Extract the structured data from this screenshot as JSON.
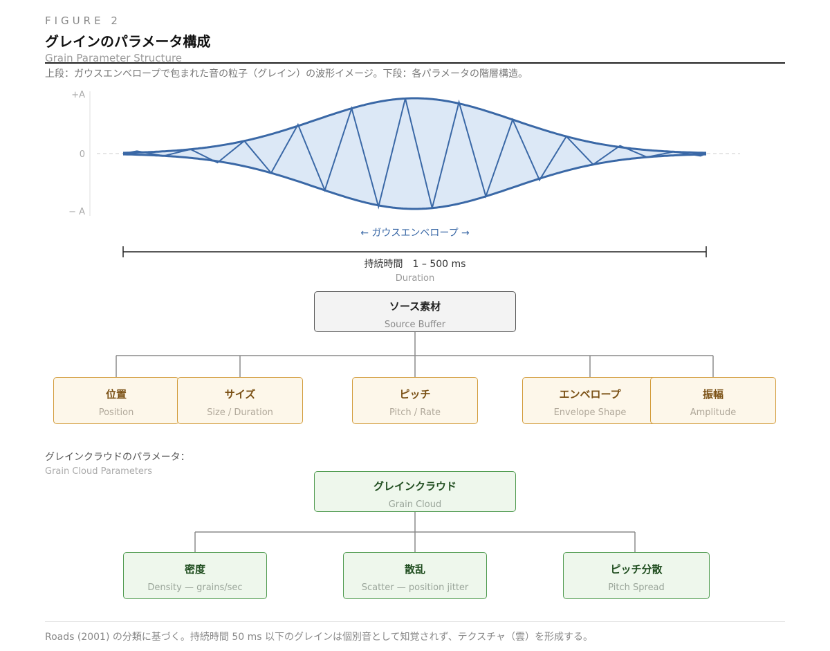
{
  "header": {
    "figure_label": "FIGURE 2",
    "title": "グレインのパラメータ構成",
    "title_en": "Grain Parameter Structure",
    "caption": "上段：ガウスエンベロープで包まれた音の粒子（グレイン）の波形イメージ。下段：各パラメータの階層構造。"
  },
  "waveform": {
    "axis_top": "+A",
    "axis_zero": "0",
    "axis_bottom": "− A",
    "envelope_label": "← ガウスエンベロープ →",
    "duration_label": "持続時間　1 – 500 ms",
    "duration_label_en": "Duration",
    "colors": {
      "line": "#3a68a6",
      "fill": "#dce8f6"
    }
  },
  "tree1": {
    "root": {
      "jp": "ソース素材",
      "en": "Source Buffer"
    },
    "children": [
      {
        "jp": "位置",
        "en": "Position"
      },
      {
        "jp": "サイズ",
        "en": "Size / Duration"
      },
      {
        "jp": "ピッチ",
        "en": "Pitch / Rate"
      },
      {
        "jp": "エンベロープ",
        "en": "Envelope Shape"
      },
      {
        "jp": "振幅",
        "en": "Amplitude"
      }
    ]
  },
  "cloud": {
    "heading": "グレインクラウドのパラメータ：",
    "heading_en": "Grain Cloud Parameters",
    "root": {
      "jp": "グレインクラウド",
      "en": "Grain Cloud"
    },
    "children": [
      {
        "jp": "密度",
        "en": "Density — grains/sec"
      },
      {
        "jp": "散乱",
        "en": "Scatter — position jitter"
      },
      {
        "jp": "ピッチ分散",
        "en": "Pitch Spread"
      }
    ]
  },
  "footnote": "Roads (2001) の分類に基づく。持続時間 50 ms 以下のグレインは個別音として知覚されず、テクスチャ（雲）を形成する。"
}
